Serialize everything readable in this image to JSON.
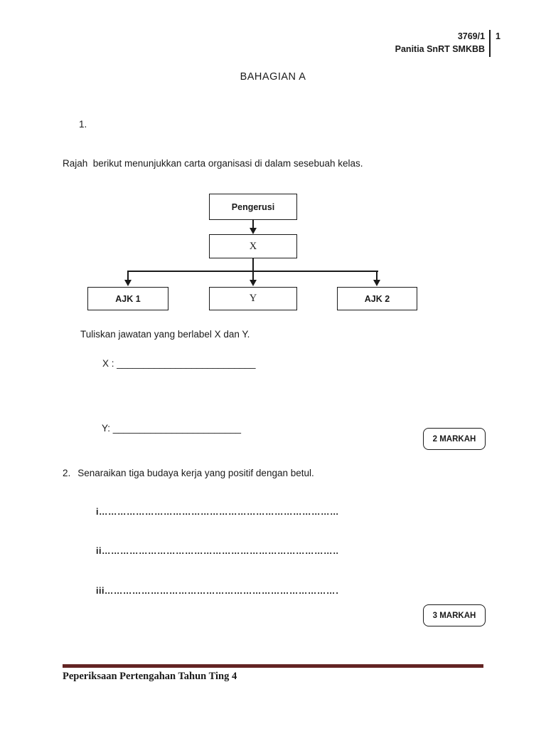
{
  "header": {
    "doc_code": "3769/1",
    "page_number": "1",
    "committee": "Panitia SnRT SMKBB"
  },
  "section_title": "BAHAGIAN A",
  "q1": {
    "number": "1.",
    "intro": "Rajah  berikut menunjukkan carta organisasi di dalam sesebuah kelas.",
    "chart": {
      "type": "org-chart",
      "top": "Pengerusi",
      "middle": "X",
      "bottom": [
        "AJK 1",
        "Y",
        "AJK 2"
      ]
    },
    "instruction": "Tuliskan jawatan yang berlabel X dan Y.",
    "answer_x_label": "X :",
    "answer_x_line": "__________________________",
    "answer_y_label": "Y:",
    "answer_y_line": "________________________",
    "marks_badge": "2 MARKAH"
  },
  "q2": {
    "number": "2.",
    "text": "Senaraikan tiga budaya kerja yang positif dengan betul.",
    "answer_lines": [
      {
        "label": "i",
        "dots": "……………………………………………………………………………………………………………………………………"
      },
      {
        "label": "ii",
        "dots": "……………………………………………………………………………………………………………………………………"
      },
      {
        "label": "iii",
        "dots": "……………………………………………………………………………………………………………………………………"
      }
    ],
    "marks_badge": "3 MARKAH"
  },
  "footer": {
    "text": "Peperiksaan Pertengahan Tahun Ting 4",
    "rule_color": "#632423"
  }
}
